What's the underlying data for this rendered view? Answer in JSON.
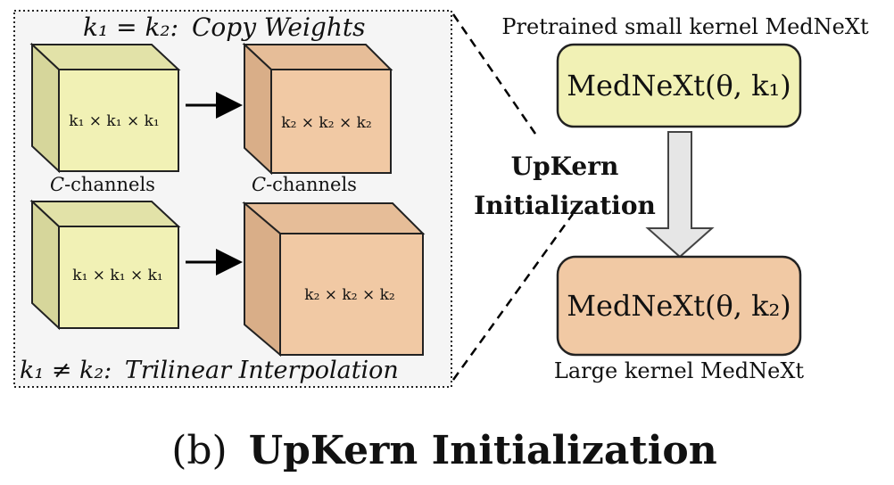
{
  "left_panel": {
    "top_title_lhs": "k₁ = k₂:",
    "top_title_rhs": "Copy Weights",
    "bottom_title_lhs": "k₁ ≠ k₂:",
    "bottom_title_rhs": "Trilinear Interpolation",
    "cube_small_top_label": "k₁ × k₁ × k₁",
    "cube_target_top_label": "k₂ × k₂ × k₂",
    "cube_small_bottom_label": "k₁ × k₁ × k₁",
    "cube_large_bottom_label": "k₂ × k₂ × k₂",
    "channels_var": "C",
    "channels_text": "-channels"
  },
  "middle": {
    "line1": "UpKern",
    "line2": "Initialization"
  },
  "right_panel": {
    "top_caption": "Pretrained small kernel MedNeXt",
    "top_box": "MedNeXt(θ, k₁)",
    "bottom_box": "MedNeXt(θ, k₂)",
    "bottom_caption": "Large kernel MedNeXt"
  },
  "caption": {
    "prefix": "(b)",
    "title": "UpKern Initialization"
  },
  "colors": {
    "yellow_front": "#F1F1B5",
    "yellow_top": "#E2E2A8",
    "yellow_side": "#D6D69B",
    "peach_front": "#F1C9A4",
    "peach_top": "#E6BD98",
    "peach_side": "#D9AE88",
    "panel_bg": "#F5F5F5"
  }
}
